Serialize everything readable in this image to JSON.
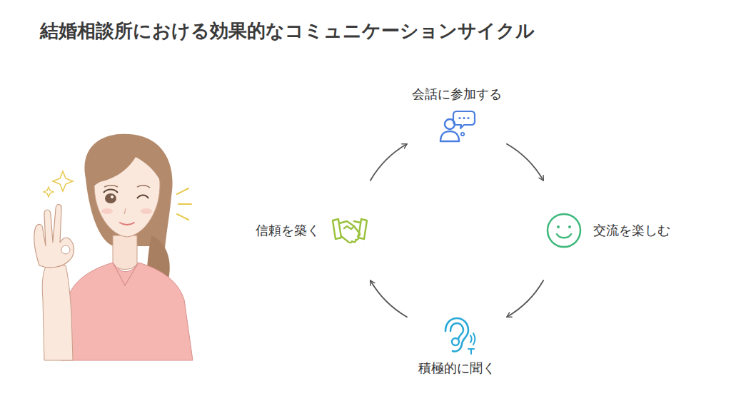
{
  "diagram": {
    "title": "結婚相談所における効果的なコミュニケーションサイクル",
    "nodes": [
      {
        "text": [
          "会話に参加する"
        ]
      },
      {
        "text": [
          "交流を楽しむ"
        ]
      },
      {
        "text": [
          "積極的に聞く"
        ]
      },
      {
        "text": [
          "信頼を築く"
        ]
      }
    ],
    "edges": [
      {
        "from": 0,
        "to": 1,
        "arrow": "to"
      },
      {
        "from": 1,
        "to": 2,
        "arrow": "to"
      },
      {
        "from": 2,
        "to": 3,
        "arrow": "to"
      },
      {
        "from": 3,
        "to": 0,
        "arrow": "to"
      }
    ]
  }
}
